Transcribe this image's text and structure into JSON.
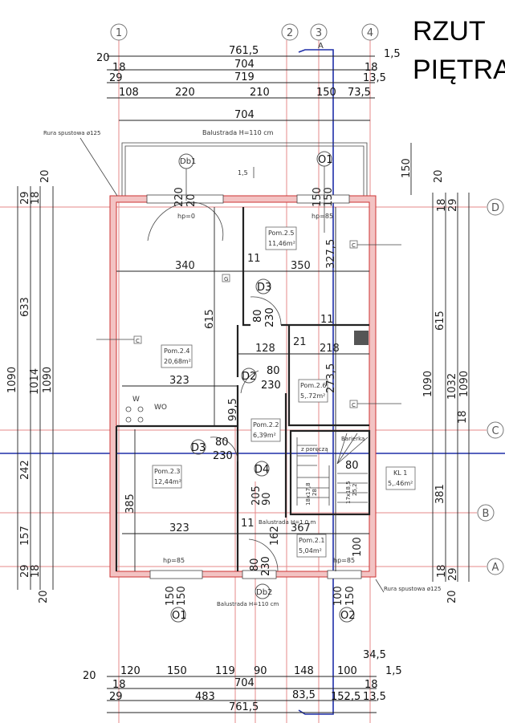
{
  "title": {
    "line1": "RZUT",
    "line2": "PIĘTRA"
  },
  "section_mark": "A",
  "axes": {
    "top": [
      "1",
      "2",
      "3",
      "4"
    ],
    "right": [
      "D",
      "C",
      "B",
      "A"
    ]
  },
  "dims_top": {
    "overall": "761,5",
    "inner": "704",
    "r1": "719",
    "left_20": "20",
    "left_18": "18",
    "left_29": "29",
    "right_1_5": "1,5",
    "right_18": "18",
    "right_13_5": "13,5",
    "chain": [
      "108",
      "220",
      "210",
      "150",
      "73,5"
    ],
    "balcony": "704"
  },
  "dims_bottom": {
    "chain": [
      "120",
      "150",
      "119",
      "90",
      "148",
      "100"
    ],
    "d34_5": "34,5",
    "right_1_5": "1,5",
    "left_20": "20",
    "left_18": "18",
    "right_18": "18",
    "inner": "704",
    "left_29": "29",
    "c483": "483",
    "c83_5": "83,5",
    "c152_5": "152,5",
    "right_13_5": "13,5",
    "overall": "761,5"
  },
  "dims_left": {
    "d20_top": "20",
    "d29": "29",
    "d18": "18",
    "d633": "633",
    "d242": "242",
    "d157": "157",
    "d29b": "29",
    "d18b": "18",
    "d20_bot": "20",
    "d1090a": "1090",
    "d1014": "1014",
    "d1090b": "1090"
  },
  "dims_right": {
    "d150": "150",
    "d20": "20",
    "d18": "18",
    "d29": "29",
    "d615": "615",
    "d381": "381",
    "d18c": "18",
    "d1090a": "1090",
    "d1032": "1032",
    "d1090b": "1090",
    "d18b": "18",
    "d29b": "29",
    "d20b": "20"
  },
  "rooms": [
    {
      "name": "Pom.2.5",
      "area": "11,46m²"
    },
    {
      "name": "Pom.2.4",
      "area": "20,68m²"
    },
    {
      "name": "Pom.2.6",
      "area": "5,.72m²"
    },
    {
      "name": "Pom.2.2",
      "area": "6,39m²"
    },
    {
      "name": "Pom.2.3",
      "area": "12,44m²"
    },
    {
      "name": "KL 1",
      "area": "5,.46m²"
    },
    {
      "name": "Pom.2.1",
      "area": "5,04m²"
    }
  ],
  "inner_dims": {
    "d340": "340",
    "d350": "350",
    "d11a": "11",
    "d615": "615",
    "d327_5": "327,5",
    "d128": "128",
    "d21": "21",
    "d218": "218",
    "d273_5": "273,5",
    "d323a": "323",
    "d99_5": "99,5",
    "d11b": "11",
    "d385": "385",
    "d323b": "323",
    "d11c": "11",
    "d367": "367",
    "d162": "162",
    "d205": "205",
    "d90": "90",
    "d100": "100",
    "d1_5": "1,5",
    "d220": "220",
    "d20": "20",
    "w150a": "150",
    "w150b": "150",
    "b150a": "150",
    "b150b": "150",
    "b100": "100",
    "b150c": "150",
    "stairs_80": "80"
  },
  "doors": {
    "D3a": "D3",
    "D3a_w": "80",
    "D3a_h": "230",
    "D2": "D2",
    "D2_w": "80",
    "D2_h": "230",
    "D3b": "D3",
    "D3b_w": "80",
    "D3b_h": "230",
    "D4": "D4",
    "D4_w": "80",
    "D4_h": "230",
    "Db1": "Db1",
    "Db2": "Db2"
  },
  "windows": {
    "O1_top": "O1",
    "O1_bottom": "O1",
    "O2": "O2"
  },
  "notes": {
    "hp0": "hp=0",
    "hp85_a": "hp=85",
    "hp85_b": "hp=85",
    "hp85_c": "hp=85",
    "balustrada_top": "Balustrada H=110 cm",
    "balustrada_bottom": "Balustrada H=110 cm",
    "balustrada_stairs": "Balustrada H=1,0 m",
    "rura_top": "Rura spustowa ø125",
    "rura_bottom": "Rura spustowa ø125",
    "poreczka": "z poręczą",
    "barierka": "Barierka",
    "stairs1_a": "18x17,8",
    "stairs1_b": "28",
    "stairs2_a": "17x18,5",
    "stairs2_b": "25,2",
    "W": "W",
    "WO": "WO",
    "C1": "C",
    "C2": "C",
    "C3": "C",
    "G": "G"
  },
  "colors": {
    "grid": "#e6888a",
    "section": "#1f2fa8",
    "wall_hatch": "#f3c3c3",
    "wall_outline": "#cc3333"
  }
}
